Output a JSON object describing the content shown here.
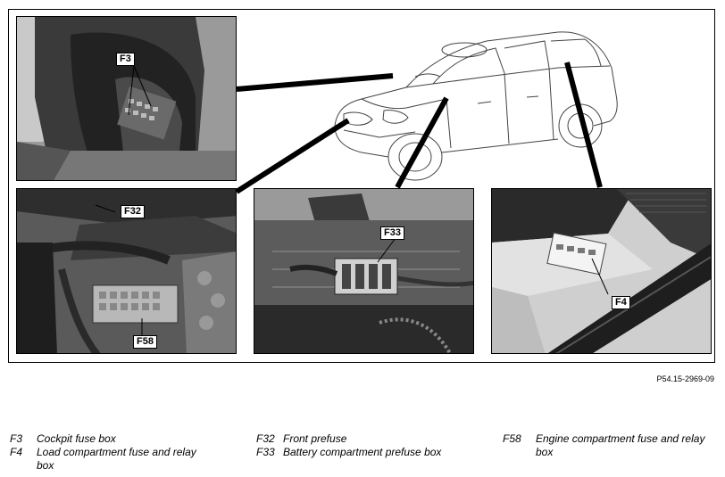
{
  "callouts": {
    "f3": "F3",
    "f32": "F32",
    "f33": "F33",
    "f58": "F58",
    "f4": "F4"
  },
  "reference": "P54.15-2969-09",
  "legend": [
    {
      "code": "F3",
      "text": "Cockpit fuse box"
    },
    {
      "code": "F4",
      "text": "Load compartment fuse and relay box"
    },
    {
      "code": "F32",
      "text": "Front prefuse"
    },
    {
      "code": "F33",
      "text": "Battery compartment prefuse box"
    },
    {
      "code": "F58",
      "text": "Engine compartment fuse and relay box"
    }
  ]
}
